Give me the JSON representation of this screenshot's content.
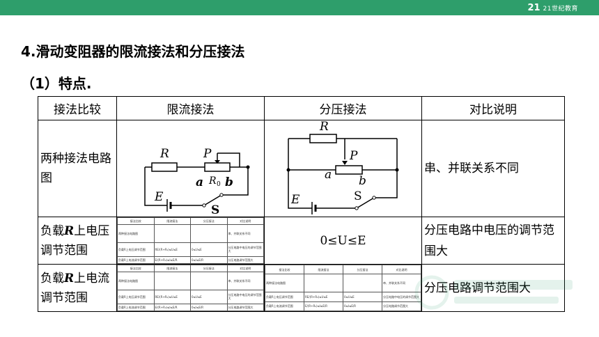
{
  "header": {
    "logo_mark": "21",
    "logo_text": "21世纪教育",
    "bar_color": "#2e9e6b"
  },
  "heading": "4.滑动变阻器的限流接法和分压接法",
  "subheading": "（1）特点.",
  "table": {
    "headers": [
      "接法比较",
      "限流接法",
      "分压接法",
      "对比说明"
    ],
    "row_circuit": {
      "label": "两种接法电路图",
      "limiting_circuit": {
        "R": "R",
        "P": "P",
        "a": "a",
        "R0": "R",
        "R0_sub": "0",
        "b": "b",
        "E": "E",
        "S": "S"
      },
      "divider_circuit": {
        "R": "R",
        "P": "P",
        "a": "a",
        "b": "b",
        "E": "E",
        "S": "S"
      },
      "comparison": "串、并联关系不同"
    },
    "row_voltage": {
      "label_pre": "负载",
      "label_var": "R",
      "label_post": "上电压调节范围",
      "divider_range": "0≤U≤E",
      "comparison": "分压电路中电压的调节范围大"
    },
    "row_current": {
      "label_pre": "负载",
      "label_var": "R",
      "label_post": "上电流调节范围",
      "comparison": "分压电路调节范围大"
    }
  },
  "mini_table": {
    "headers": [
      "接法比较",
      "限流接法",
      "分压接法",
      "对比说明"
    ],
    "row1_label": "两种接法电路图",
    "row1_note": "串、并联关系不同",
    "row2_label": "负载R上电压调节范围",
    "row2_limit": "RE/(R+R₀)≤U≤E",
    "row2_divider": "0≤U≤E",
    "row2_note": "分压电路中电压的调节范围大",
    "row3_label": "负载R上电流调节范围",
    "row3_limit": "E/(R+R₀)≤I≤E/R",
    "row3_divider": "0≤I≤E/R",
    "row3_note": "分压电路调节范围大"
  }
}
